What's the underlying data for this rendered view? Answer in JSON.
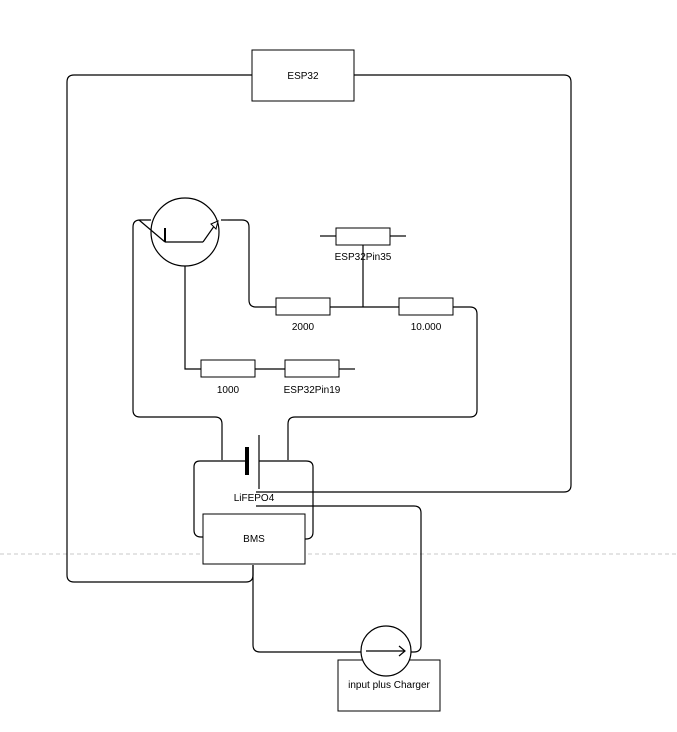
{
  "diagram": {
    "esp32": "ESP32",
    "res_pin35": "ESP32Pin35",
    "res_2000": "2000",
    "res_10000": "10.000",
    "res_1000": "1000",
    "res_pin19": "ESP32Pin19",
    "battery": "LiFEPO4",
    "bms": "BMS",
    "charger": "input plus Charger"
  }
}
